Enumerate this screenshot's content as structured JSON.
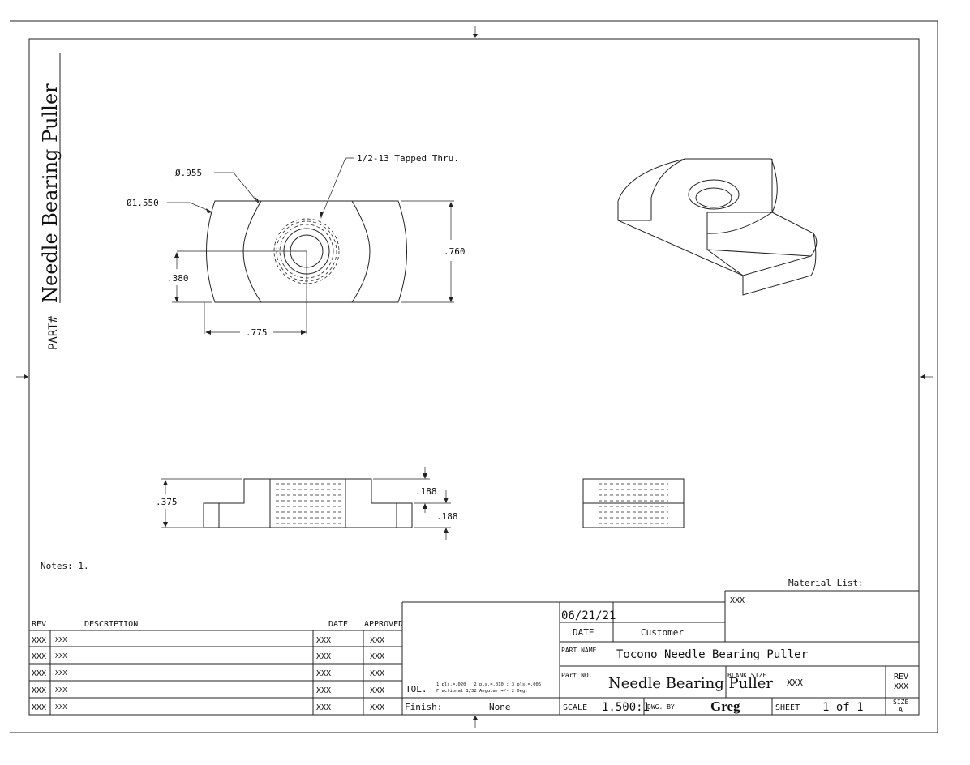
{
  "title_block": {
    "part_label": "PART#",
    "part_title": "Needle Bearing Puller",
    "date_value": "06/21/21",
    "date_label": "DATE",
    "customer_label": "Customer",
    "part_name_label": "PART NAME",
    "part_name_value": "Tocono Needle Bearing Puller",
    "part_no_label": "Part NO.",
    "part_no_value": "Needle Bearing Puller",
    "blank_size_label": "BLANK SIZE",
    "blank_size_value": "XXX",
    "rev_label": "REV",
    "rev_value": "XXX",
    "scale_label": "SCALE",
    "scale_value": "1.500:1",
    "drawn_by_label": "DWG. BY",
    "drawn_by_value": "Greg",
    "sheet_label": "SHEET",
    "sheet_value": "1 of 1",
    "size_label": "SIZE",
    "size_value": "A",
    "tol_label": "TOL.",
    "tol_line1": "1 pls.=.020 ; 2 pls.=.010 ; 3 pls.=.005",
    "tol_line2": "Fractional 1/32 Angular +/- 2 Deg.",
    "finish_label": "Finish:",
    "finish_value": "None",
    "material_list_label": "Material List:",
    "material_value": "XXX"
  },
  "notes": "Notes: 1.",
  "revisions": {
    "headers": {
      "rev": "REV",
      "description": "DESCRIPTION",
      "date": "DATE",
      "approved": "APPROVED"
    },
    "rows": [
      {
        "rev": "XXX",
        "description": "XXX",
        "date": "XXX",
        "approved": "XXX"
      },
      {
        "rev": "XXX",
        "description": "XXX",
        "date": "XXX",
        "approved": "XXX"
      },
      {
        "rev": "XXX",
        "description": "XXX",
        "date": "XXX",
        "approved": "XXX"
      },
      {
        "rev": "XXX",
        "description": "XXX",
        "date": "XXX",
        "approved": "XXX"
      },
      {
        "rev": "XXX",
        "description": "XXX",
        "date": "XXX",
        "approved": "XXX"
      }
    ]
  },
  "dimensions": {
    "outer_diameter": "Ø1.550",
    "inner_diameter": "Ø.955",
    "thread_callout": "1/2-13 Tapped Thru.",
    "height": ".760",
    "half_height": ".380",
    "half_width": ".775",
    "thickness": ".375",
    "step_upper": ".188",
    "step_lower": ".188"
  }
}
